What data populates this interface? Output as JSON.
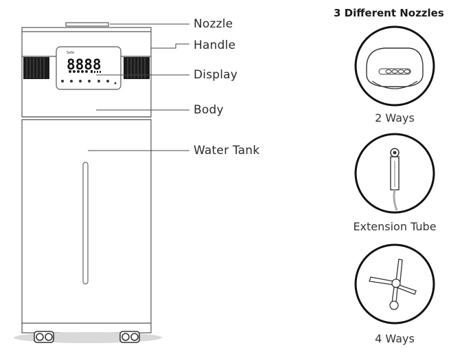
{
  "callouts": {
    "nozzle": "Nozzle",
    "handle": "Handle",
    "display": "Display",
    "body": "Body",
    "water_tank": "Water Tank"
  },
  "display_panel": {
    "readout": "8888",
    "small_text": "Safe"
  },
  "nozzles": {
    "title": "3 Different Nozzles",
    "items": [
      {
        "label": "2 Ways"
      },
      {
        "label": "Extension Tube"
      },
      {
        "label": "4 Ways"
      }
    ]
  }
}
